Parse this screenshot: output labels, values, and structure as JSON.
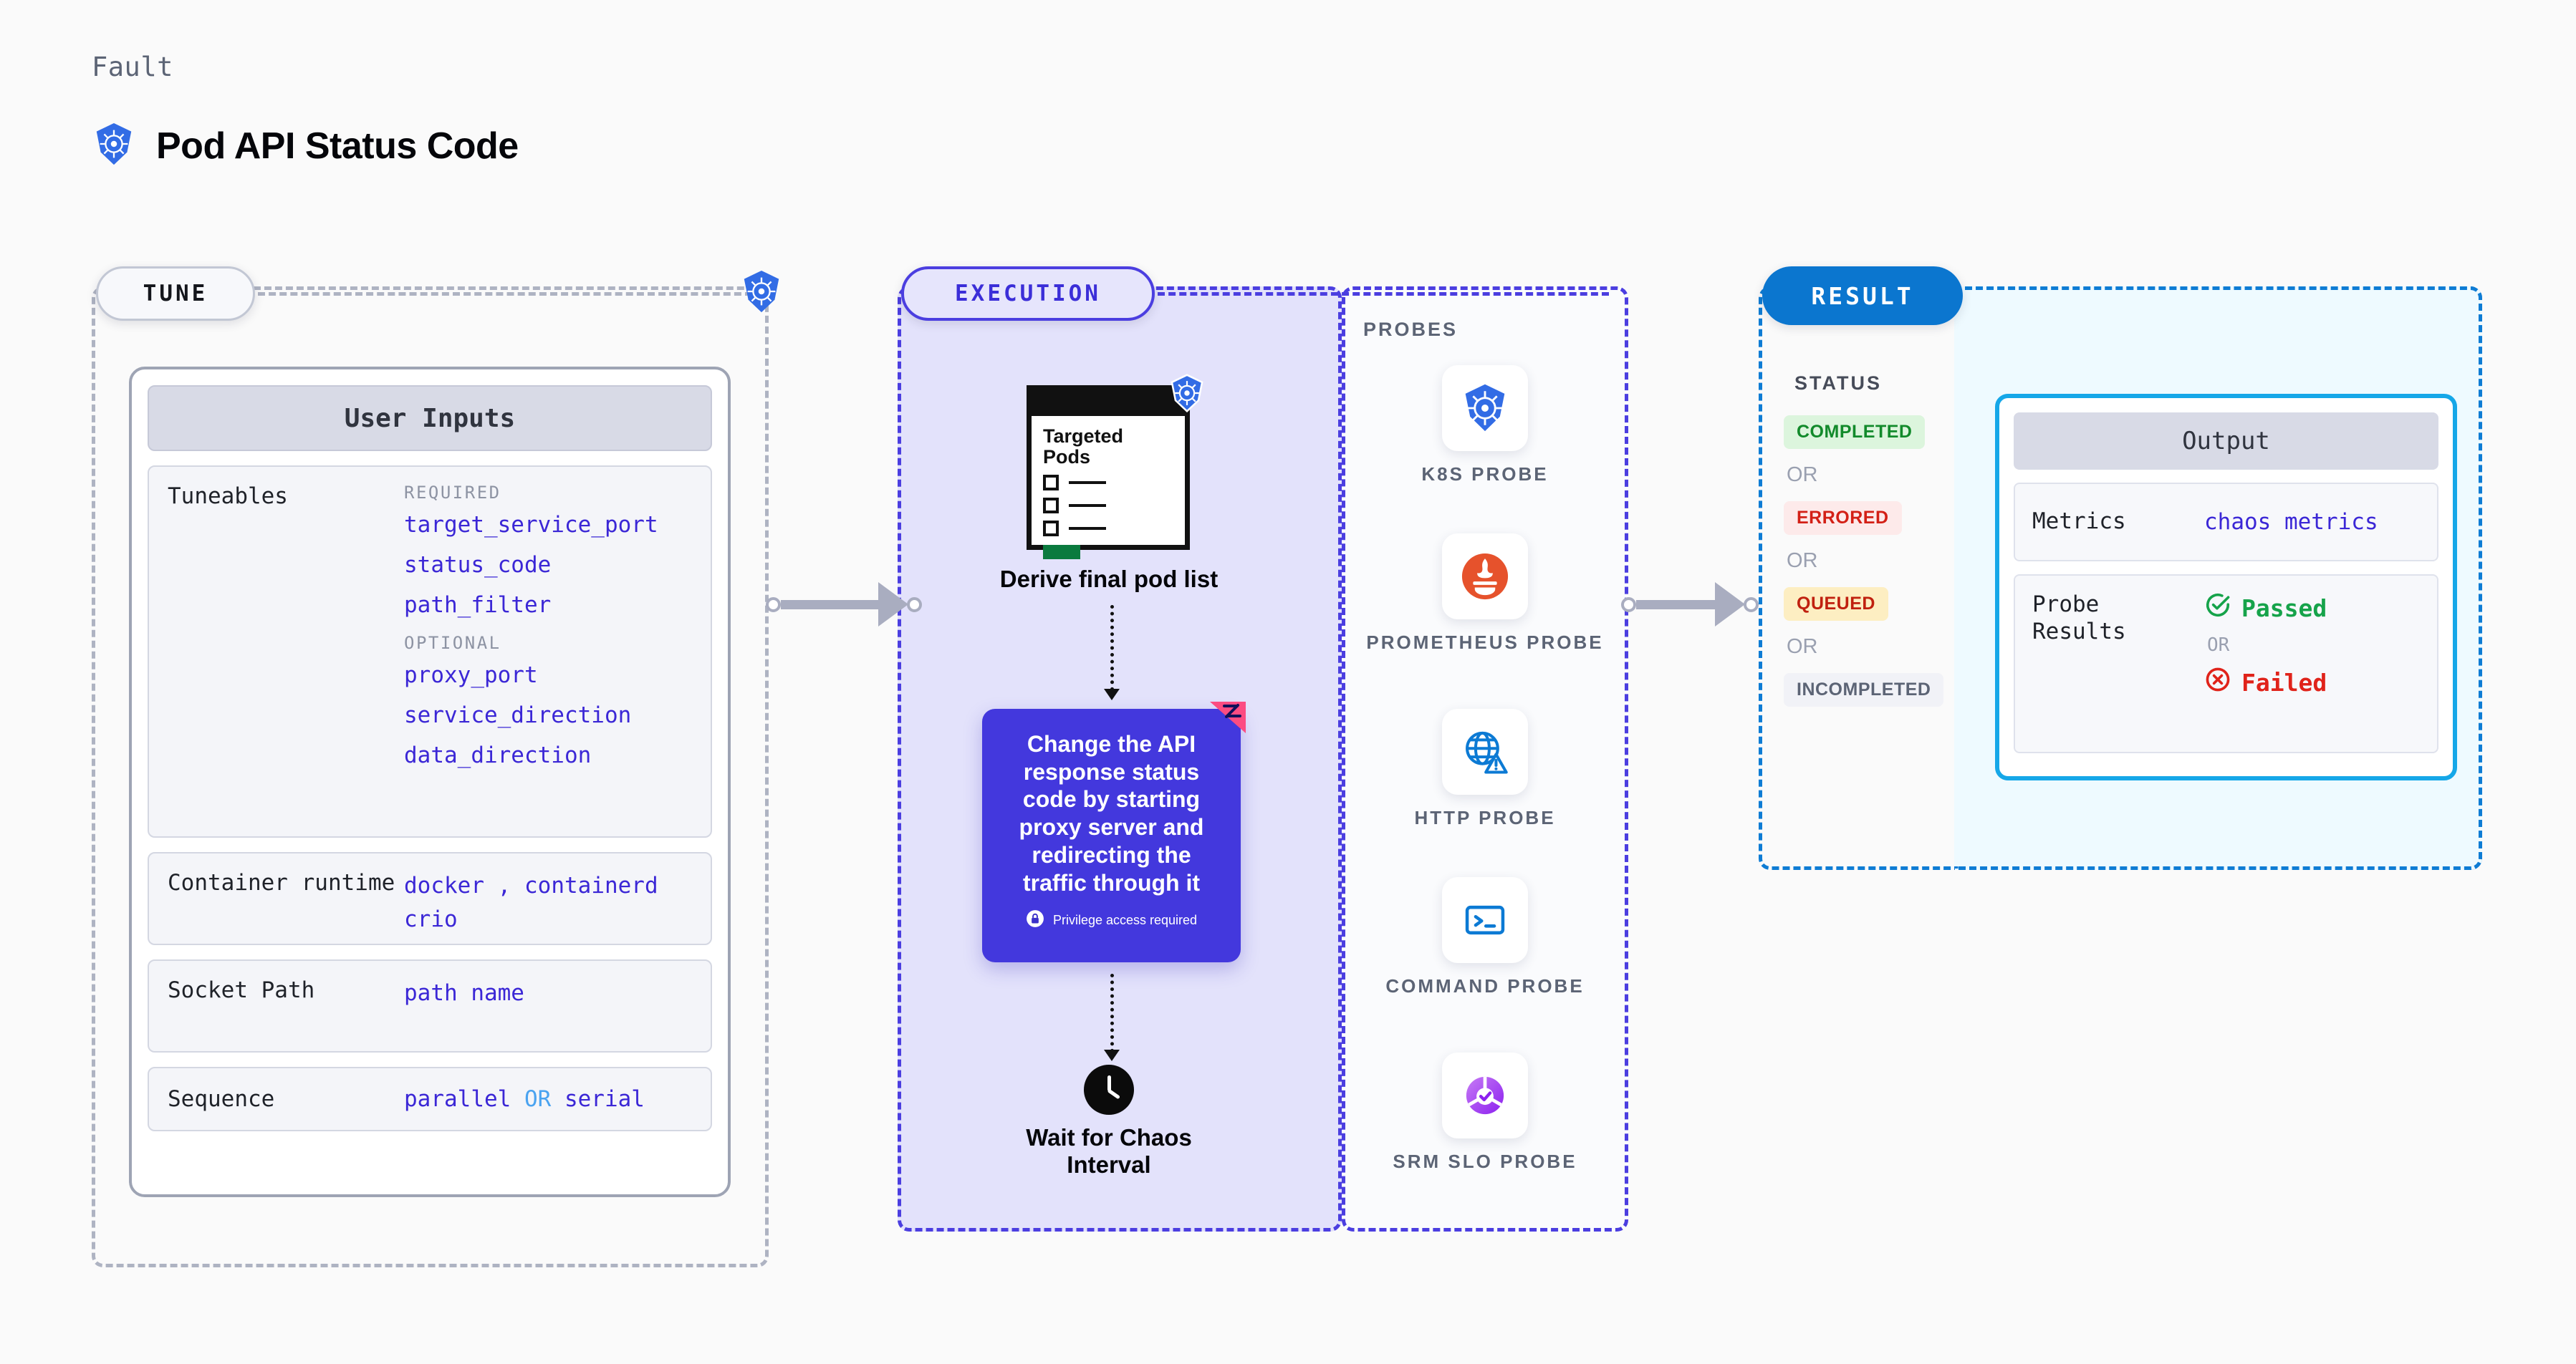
{
  "header": {
    "eyebrow": "Fault",
    "title": "Pod API Status Code",
    "icon": "kubernetes-icon"
  },
  "tune": {
    "pill_label": "TUNE",
    "card_title": "User Inputs",
    "rows": [
      {
        "label": "Tuneables",
        "required_label": "REQUIRED",
        "optional_label": "OPTIONAL",
        "required": [
          "target_service_port",
          "status_code",
          "path_filter"
        ],
        "optional": [
          "proxy_port",
          "service_direction",
          "data_direction"
        ]
      },
      {
        "label": "Container runtime",
        "values": [
          "docker",
          ",",
          "containerd",
          "crio"
        ]
      },
      {
        "label": "Socket Path",
        "values": [
          "path name"
        ]
      },
      {
        "label": "Sequence",
        "values": [
          "parallel",
          "OR",
          "serial"
        ]
      }
    ]
  },
  "execution": {
    "pill_label": "EXECUTION",
    "pods_card": {
      "title": "Targeted Pods",
      "icon": "kubernetes-icon"
    },
    "derive_label": "Derive final pod list",
    "action_card": {
      "text": "Change the API response status code by starting proxy server and redirecting the traffic through it",
      "privilege_note": "Privilege access required",
      "lock_icon": "lock-icon",
      "ribbon_icon": "harness-ribbon-icon"
    },
    "wait_label": "Wait for Chaos Interval",
    "wait_icon": "clock-icon"
  },
  "probes": {
    "section_label": "PROBES",
    "items": [
      {
        "name": "K8S PROBE",
        "icon": "kubernetes-icon"
      },
      {
        "name": "PROMETHEUS PROBE",
        "icon": "prometheus-icon"
      },
      {
        "name": "HTTP PROBE",
        "icon": "http-globe-alert-icon"
      },
      {
        "name": "COMMAND PROBE",
        "icon": "terminal-icon"
      },
      {
        "name": "SRM SLO PROBE",
        "icon": "srm-slo-icon"
      }
    ]
  },
  "result": {
    "pill_label": "RESULT",
    "status_label": "STATUS",
    "or_label": "OR",
    "statuses": [
      {
        "label": "COMPLETED",
        "bg": "#dcf5dd",
        "fg": "#128a2b"
      },
      {
        "label": "ERRORED",
        "bg": "#fdeaea",
        "fg": "#d32016"
      },
      {
        "label": "QUEUED",
        "bg": "#fdeec2",
        "fg": "#c0200f"
      },
      {
        "label": "INCOMPLETED",
        "bg": "#f1f2f7",
        "fg": "#5c6475"
      }
    ],
    "output": {
      "title": "Output",
      "metrics_label": "Metrics",
      "metrics_value": "chaos metrics",
      "probe_results_label": "Probe Results",
      "passed_label": "Passed",
      "failed_label": "Failed",
      "or_label": "OR",
      "passed_icon": "check-circle-icon",
      "failed_icon": "x-circle-icon"
    }
  },
  "colors": {
    "accent_purple": "#4338dd",
    "accent_blue": "#0b76cf",
    "k8s_blue": "#326ce5",
    "cyan_border": "#15a7e8"
  }
}
